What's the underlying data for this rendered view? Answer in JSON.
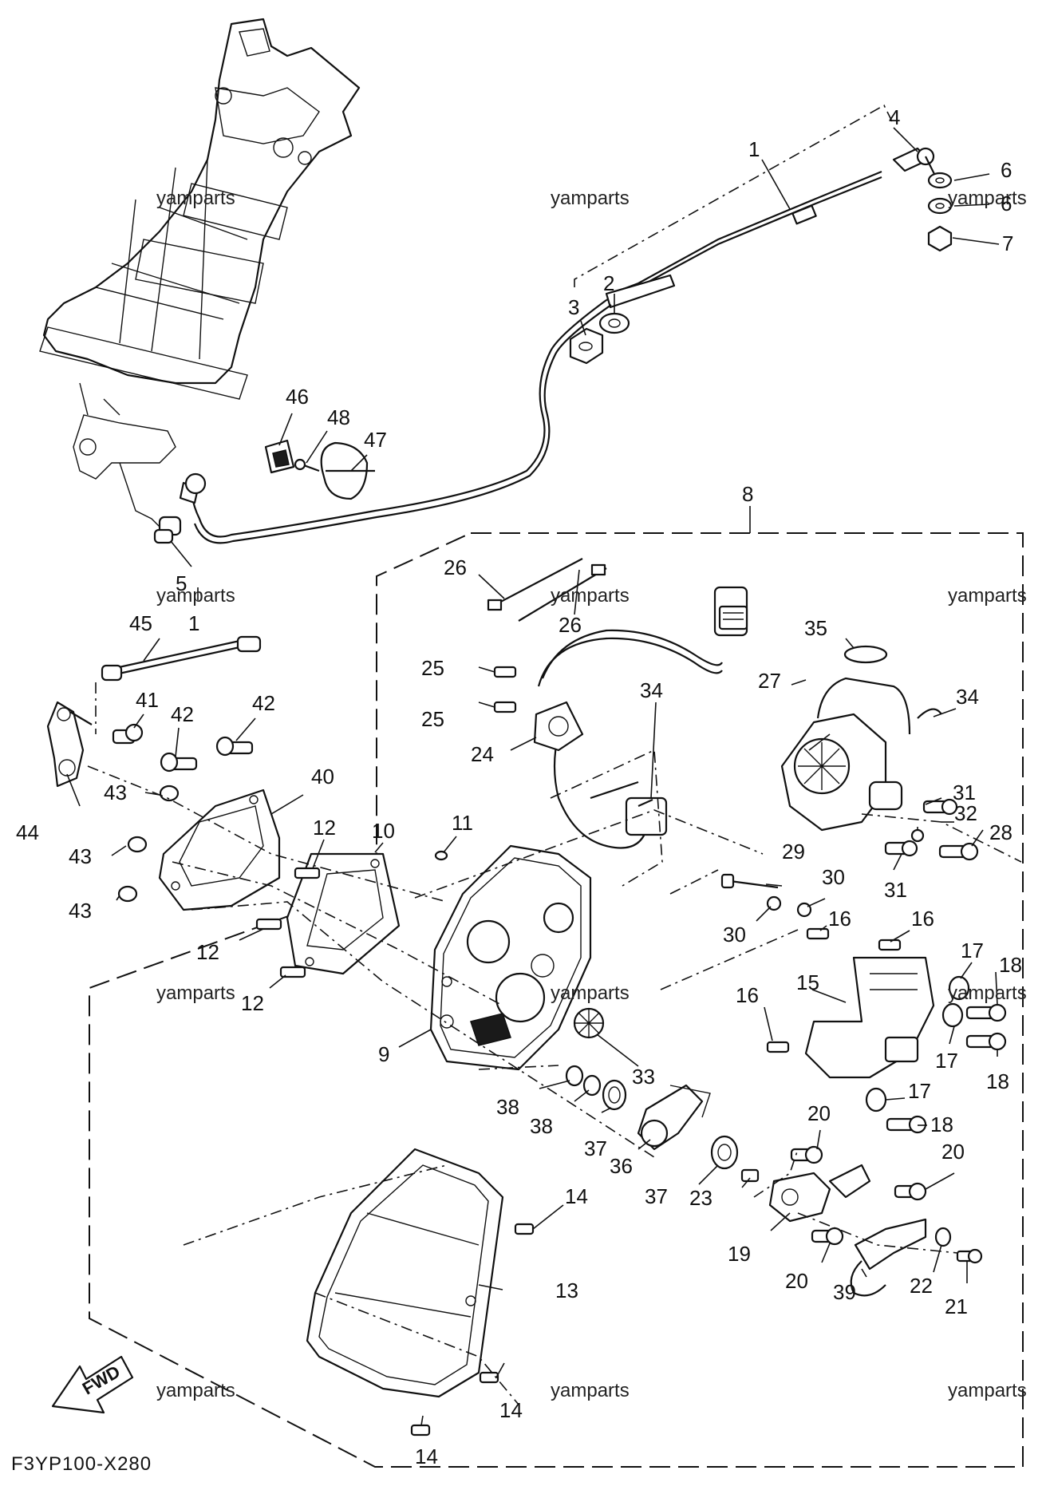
{
  "diagram_code": "F3YP100-X280",
  "watermark": "yamparts",
  "fwd_label": "FWD",
  "callouts": {
    "c1a": "1",
    "c1b": "1",
    "c2": "2",
    "c3": "3",
    "c4": "4",
    "c5": "5",
    "c6a": "6",
    "c6b": "6",
    "c7": "7",
    "c8": "8",
    "c9": "9",
    "c10": "10",
    "c11": "11",
    "c12a": "12",
    "c12b": "12",
    "c12c": "12",
    "c13": "13",
    "c14a": "14",
    "c14b": "14",
    "c14c": "14",
    "c15": "15",
    "c16a": "16",
    "c16b": "16",
    "c16c": "16",
    "c17a": "17",
    "c17b": "17",
    "c17c": "17",
    "c18a": "18",
    "c18b": "18",
    "c18c": "18",
    "c19": "19",
    "c20a": "20",
    "c20b": "20",
    "c20c": "20",
    "c21": "21",
    "c22": "22",
    "c23": "23",
    "c24": "24",
    "c25a": "25",
    "c25b": "25",
    "c26a": "26",
    "c26b": "26",
    "c27": "27",
    "c28": "28",
    "c29": "29",
    "c30a": "30",
    "c30b": "30",
    "c31a": "31",
    "c31b": "31",
    "c32": "32",
    "c33": "33",
    "c34a": "34",
    "c34b": "34",
    "c35": "35",
    "c36": "36",
    "c37a": "37",
    "c37b": "37",
    "c38a": "38",
    "c38b": "38",
    "c39": "39",
    "c40": "40",
    "c41": "41",
    "c42a": "42",
    "c42b": "42",
    "c43a": "43",
    "c43b": "43",
    "c43c": "43",
    "c44": "44",
    "c45": "45",
    "c46": "46",
    "c47": "47",
    "c48": "48"
  }
}
